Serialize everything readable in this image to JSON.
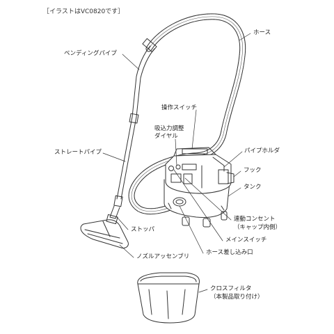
{
  "caption": "［イラストはVC0820です］",
  "colors": {
    "line": "#333333",
    "fill": "#ffffff"
  },
  "labels": {
    "hose": "ホース",
    "bending_pipe": "ベンディングパイプ",
    "operation_switch": "操作スイッチ",
    "suction_adjust_line1": "吸込力調整",
    "suction_adjust_line2": "ダイヤル",
    "pipe_holder": "パイプホルダ",
    "straight_pipe": "ストレートパイプ",
    "hook": "フック",
    "tank": "タンク",
    "stopper": "ストッパ",
    "outlet_line1": "連動コンセント",
    "outlet_line2": "（キャップ内側）",
    "main_switch": "メインスイッチ",
    "nozzle_assembly": "ノズルアッセンブリ",
    "hose_inlet": "ホース差し込み口",
    "cloth_filter_line1": "クロスフィルタ",
    "cloth_filter_line2": "（本製品取り付け）"
  }
}
